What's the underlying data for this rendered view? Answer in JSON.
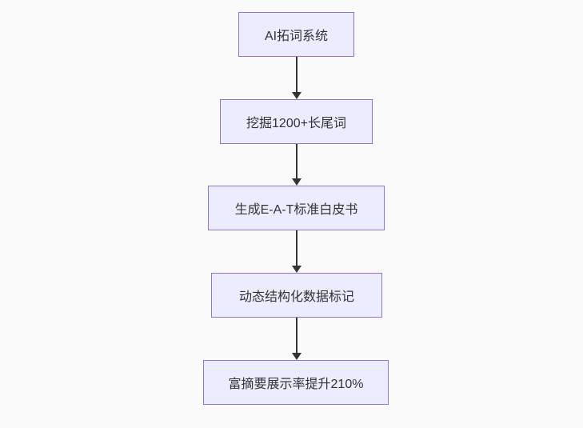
{
  "diagram": {
    "type": "flowchart-top-down",
    "colors": {
      "page_bg": "#fafafa",
      "node_fill": "#ECECFF",
      "node_border": "#9370DB",
      "text_color": "#333333",
      "arrow_color": "#333333"
    },
    "nodes": [
      {
        "label": "AI拓词系统"
      },
      {
        "label": "挖掘1200+长尾词"
      },
      {
        "label": "生成E-A-T标准白皮书"
      },
      {
        "label": "动态结构化数据标记"
      },
      {
        "label": "富摘要展示率提升210%"
      }
    ],
    "edges": [
      {
        "from": 0,
        "to": 1
      },
      {
        "from": 1,
        "to": 2
      },
      {
        "from": 2,
        "to": 3
      },
      {
        "from": 3,
        "to": 4
      }
    ]
  }
}
